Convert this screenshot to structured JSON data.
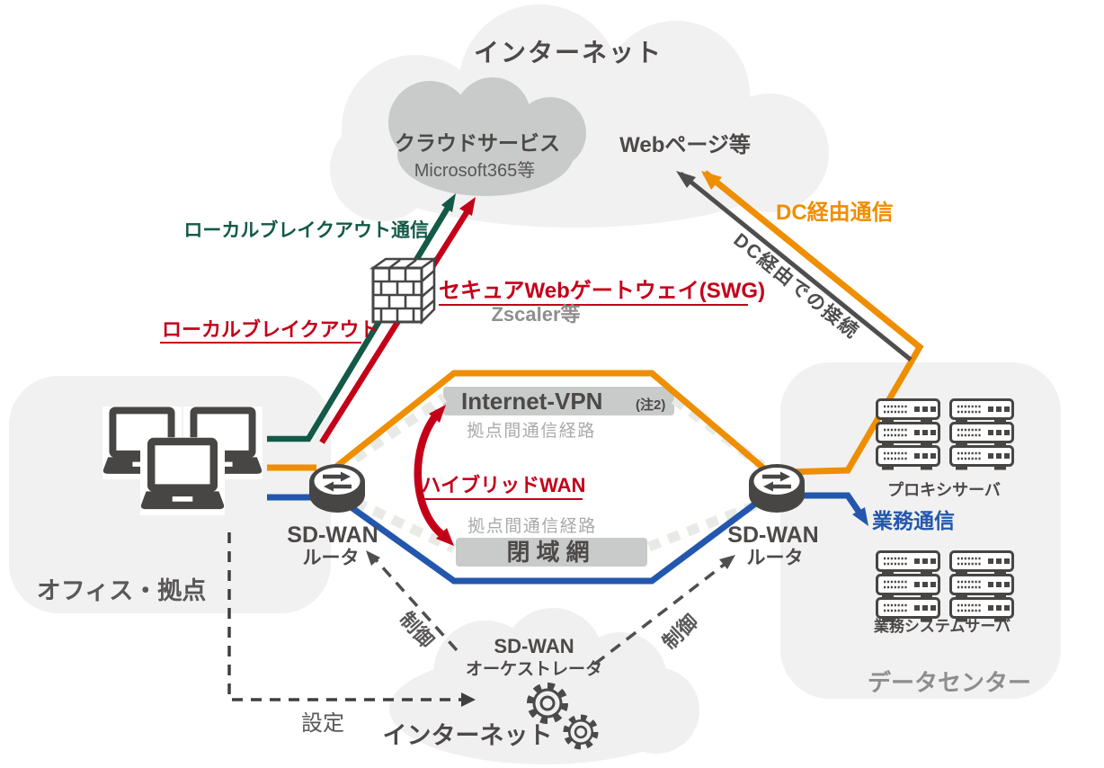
{
  "top_cloud": {
    "title": "インターネット",
    "cloud_service": {
      "title": "クラウドサービス",
      "subtitle": "Microsoft365等"
    },
    "webpage": "Webページ等"
  },
  "breakout": {
    "comm_label": "ローカルブレイクアウト通信",
    "label": "ローカルブレイクアウト"
  },
  "swg": {
    "title": "セキュアWebゲートウェイ(SWG)",
    "subtitle": "Zscaler等"
  },
  "dc_route": {
    "comm_label": "DC経由通信",
    "conn_label": "DC経由での接続"
  },
  "wan": {
    "internet_vpn": "Internet-VPN",
    "note": "(注2)",
    "route_label": "拠点間通信経路",
    "hybrid": "ハイブリッドWAN",
    "closed_net": "閉域網"
  },
  "office": {
    "label": "オフィス・拠点"
  },
  "router": {
    "line1": "SD-WAN",
    "line2": "ルータ"
  },
  "datacenter": {
    "label": "データセンター",
    "proxy_label": "プロキシサーバ",
    "business_server_label": "業務システムサーバ",
    "business_comm": "業務通信"
  },
  "orchestrator": {
    "line1": "SD-WAN",
    "line2": "オーケストレータ",
    "cloud_label": "インターネット",
    "control": "制御",
    "config": "設定"
  },
  "colors": {
    "orange": "#ef8e00",
    "blue": "#2257ad",
    "teal_green": "#135948",
    "red": "#c40019",
    "dark_gray": "#4c4948",
    "mid_gray": "#595757",
    "light_gray_text": "#a9a9a9",
    "cloud_fill": "#f1f1f1",
    "box_fill": "#c9caca"
  },
  "icons": {
    "laptops": "laptop-icon",
    "routers": "router-icon",
    "firewall": "firewall-icon",
    "servers": "server-rack-icon",
    "gears": "gear-icon"
  }
}
